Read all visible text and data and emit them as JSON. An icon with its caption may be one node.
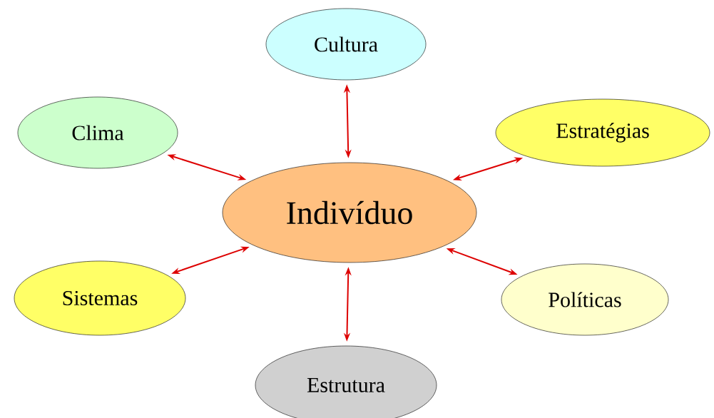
{
  "diagram": {
    "nodes": [
      {
        "text": [
          "Indivíduo"
        ]
      },
      {
        "text": [
          "Cultura"
        ]
      },
      {
        "text": [
          "Clima"
        ]
      },
      {
        "text": [
          "Estratégias"
        ]
      },
      {
        "text": [
          "Sistemas"
        ]
      },
      {
        "text": [
          "Políticas"
        ]
      },
      {
        "text": [
          "Estrutura"
        ]
      }
    ],
    "edges": [
      {
        "from": 0,
        "to": 1,
        "arrow": "both"
      },
      {
        "from": 0,
        "to": 2,
        "arrow": "both"
      },
      {
        "from": 0,
        "to": 3,
        "arrow": "both"
      },
      {
        "from": 0,
        "to": 4,
        "arrow": "both"
      },
      {
        "from": 0,
        "to": 5,
        "arrow": "both"
      },
      {
        "from": 0,
        "to": 6,
        "arrow": "both"
      }
    ]
  }
}
